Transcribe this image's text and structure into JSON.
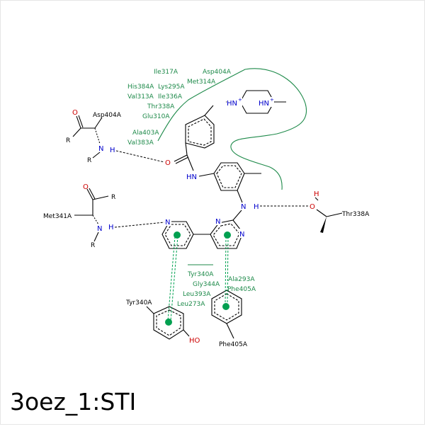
{
  "title": "3oez_1:STI",
  "colors": {
    "bond": "#000000",
    "nitrogen": "#0000cc",
    "oxygen": "#cc0000",
    "pocket": "#1e8a4a",
    "pi_stack": "#00a050"
  },
  "residues": {
    "asp404": "Asp404A",
    "met341": "Met341A",
    "thr338": "Thr338A",
    "tyr340": "Tyr340A",
    "phe405": "Phe405A"
  },
  "pocket_labels": {
    "ile317": "Ile317A",
    "asp404": "Asp404A",
    "met314": "Met314A",
    "his384": "His384A",
    "lys295": "Lys295A",
    "val313": "Val313A",
    "ile336": "Ile336A",
    "thr338": "Thr338A",
    "glu310": "Glu310A",
    "ala403": "Ala403A",
    "val383": "Val383A",
    "tyr340": "Tyr340A",
    "gly344": "Gly344A",
    "leu393": "Leu393A",
    "leu273": "Leu273A",
    "ala293": "Ala293A",
    "phe405": "Phe405A"
  },
  "atoms": {
    "o": "O",
    "n": "N",
    "h": "H",
    "r": "R",
    "hn": "HN",
    "hn_plus": "HN",
    "plus": "+",
    "ho": "HO"
  }
}
